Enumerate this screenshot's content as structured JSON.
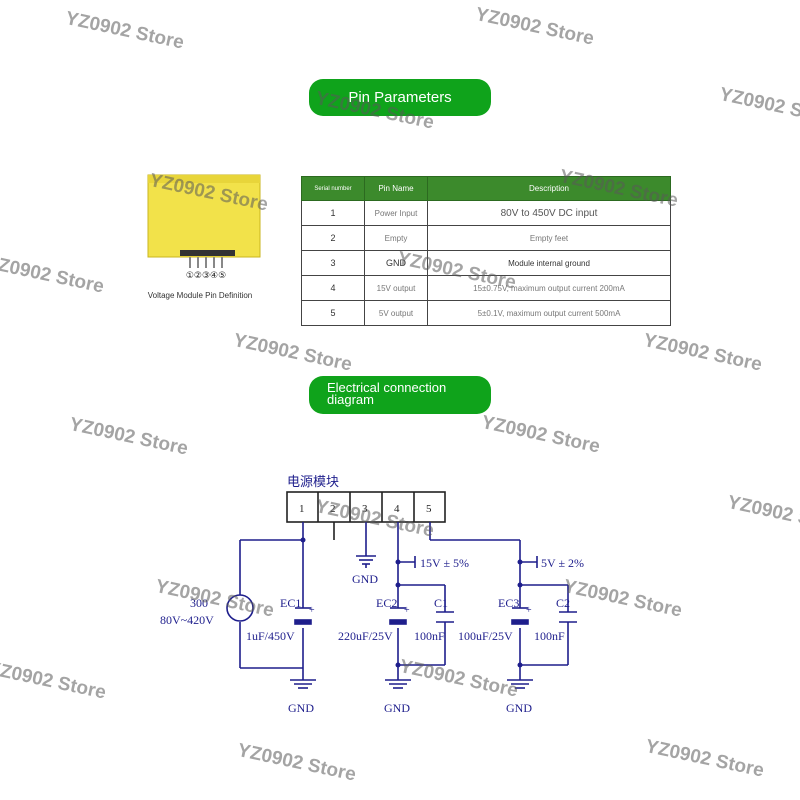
{
  "sections": {
    "pin_title": "Pin Parameters",
    "diagram_title_line1": "Electrical connection",
    "diagram_title_line2": "diagram"
  },
  "module": {
    "pin_markers": "①②③④⑤",
    "caption": "Voltage Module Pin Definition"
  },
  "table": {
    "headers": [
      "Serial number",
      "Pin Name",
      "Description"
    ],
    "rows": [
      {
        "num": "1",
        "name": "Power Input",
        "desc": "80V to 450V DC input"
      },
      {
        "num": "2",
        "name": "Empty",
        "desc": "Empty feet"
      },
      {
        "num": "3",
        "name": "GND",
        "desc": "Module internal ground"
      },
      {
        "num": "4",
        "name": "15V output",
        "desc": "15±0.75V, maximum output current 200mA"
      },
      {
        "num": "5",
        "name": "5V output",
        "desc": "5±0.1V, maximum output current 500mA"
      }
    ]
  },
  "schematic": {
    "module_label": "电源模块",
    "pins": [
      "1",
      "2",
      "3",
      "4",
      "5"
    ],
    "source_label": "300",
    "source_range": "80V~420V",
    "ec1": "EC1",
    "ec1_value": "1uF/450V",
    "ec2": "EC2",
    "ec2_value": "220uF/25V",
    "c1": "C1",
    "c1_value": "100nF",
    "ec3": "EC3",
    "ec3_value": "100uF/25V",
    "c2": "C2",
    "c2_value": "100nF",
    "out15": "15V ± 5%",
    "out5": "5V ± 2%",
    "gnd": "GND",
    "plus": "+",
    "wire_color": "#1e1e8c",
    "text_color": "#1e1e8c"
  },
  "watermark": "YZ0902 Store"
}
